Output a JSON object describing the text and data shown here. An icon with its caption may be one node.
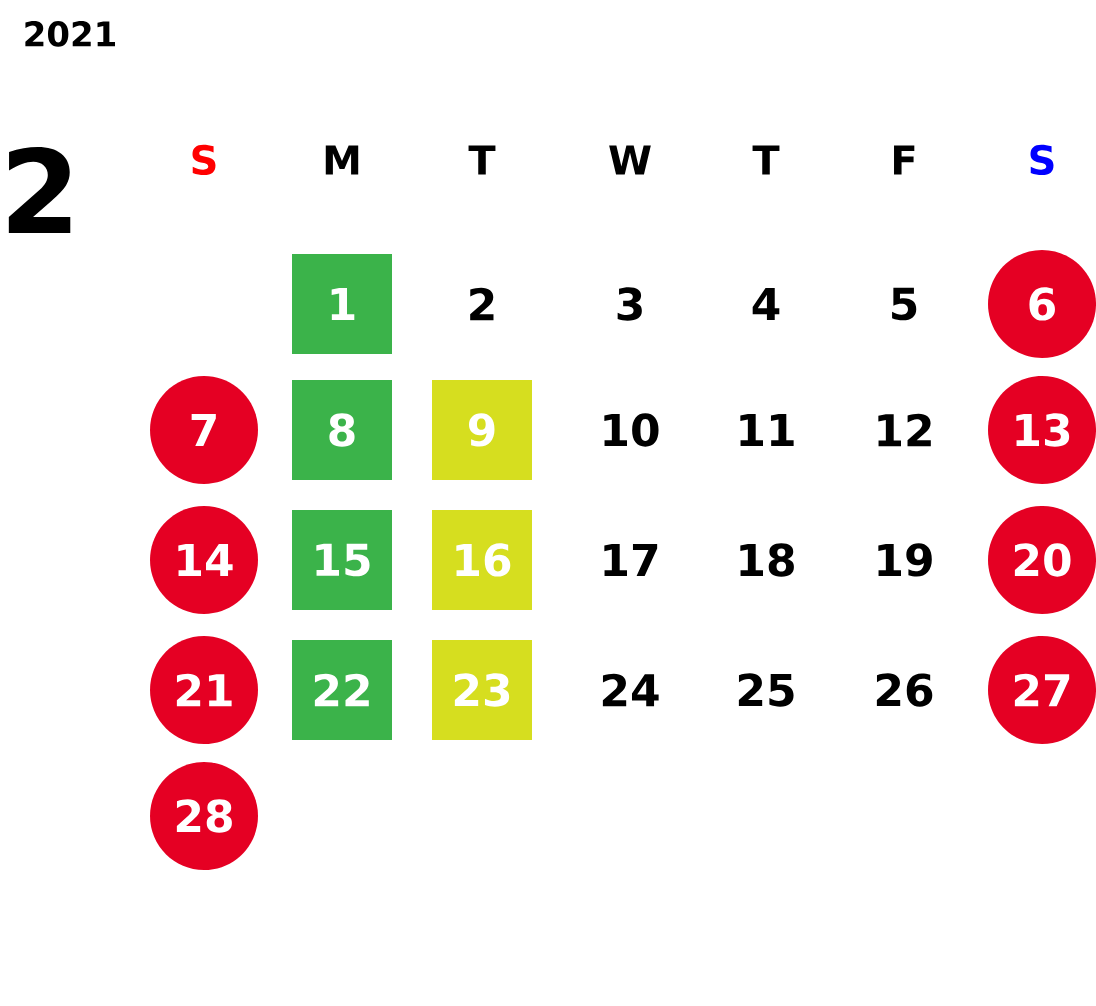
{
  "diagram": {
    "nodes": [
      {
        "text": [
          "1"
        ]
      },
      {
        "text": [
          "6"
        ]
      },
      {
        "text": [
          "7"
        ]
      },
      {
        "text": [
          "8"
        ]
      },
      {
        "text": [
          "9"
        ]
      },
      {
        "text": [
          "13"
        ]
      },
      {
        "text": [
          "14"
        ]
      },
      {
        "text": [
          "15"
        ]
      },
      {
        "text": [
          "16"
        ]
      },
      {
        "text": [
          "20"
        ]
      },
      {
        "text": [
          "21"
        ]
      },
      {
        "text": [
          "22"
        ]
      },
      {
        "text": [
          "23"
        ]
      },
      {
        "text": [
          "27"
        ]
      },
      {
        "text": [
          "28"
        ]
      }
    ],
    "labels": [
      "2021",
      "2",
      "S",
      "M",
      "T",
      "W",
      "T",
      "F",
      "S",
      "2",
      "3",
      "4",
      "5",
      "10",
      "11",
      "12",
      "17",
      "18",
      "19",
      "24",
      "25",
      "26"
    ]
  }
}
